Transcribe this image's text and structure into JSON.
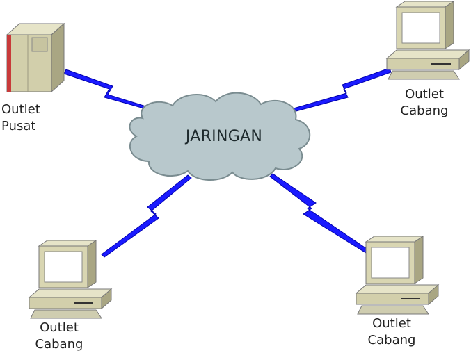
{
  "cloud": {
    "label": "JARINGAN"
  },
  "nodes": {
    "server": {
      "line1": "Outlet",
      "line2": "Pusat"
    },
    "branch_top_right": {
      "line1": "Outlet",
      "line2": "Cabang"
    },
    "branch_bottom_left": {
      "line1": "Outlet",
      "line2": "Cabang"
    },
    "branch_bottom_right": {
      "line1": "Outlet",
      "line2": "Cabang"
    }
  },
  "colors": {
    "link": "#1a1aff",
    "cloud_fill": "#b8c8cc",
    "cloud_stroke": "#7a8c90",
    "device_body": "#d9d6b2",
    "device_shadow": "#a9a683",
    "screen": "#ffffff",
    "server_accent": "#c83a3a"
  },
  "icons": [
    "server-icon",
    "computer-icon",
    "cloud-icon",
    "lightning-link-icon"
  ]
}
